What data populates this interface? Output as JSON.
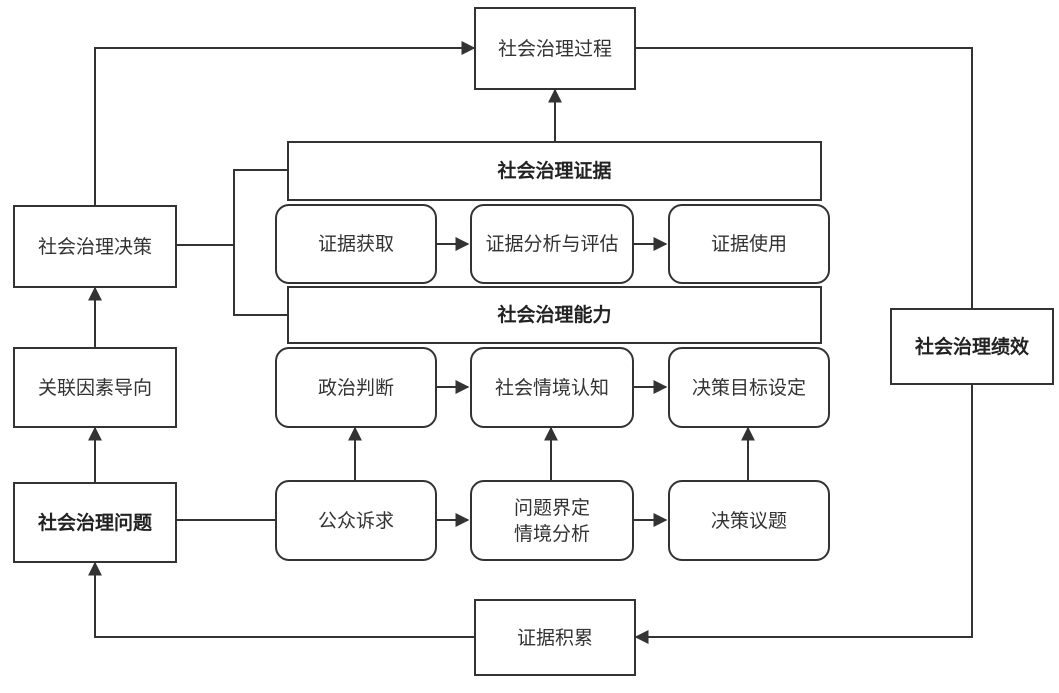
{
  "nodes": {
    "process": "社会治理过程",
    "evidence": "社会治理证据",
    "capacity": "社会治理能力",
    "decision": "社会治理决策",
    "association": "关联因素导向",
    "problem": "社会治理问题",
    "performance": "社会治理绩效",
    "accumulation": "证据积累",
    "acquire": "证据获取",
    "analyze": "证据分析与评估",
    "use": "证据使用",
    "political": "政治判断",
    "situation": "社会情境认知",
    "goal": "决策目标设定",
    "appeal": "公众诉求",
    "define": "问题界定\n情境分析",
    "agenda": "决策议题"
  },
  "colors": {
    "stroke": "#333333",
    "text": "#333333"
  }
}
